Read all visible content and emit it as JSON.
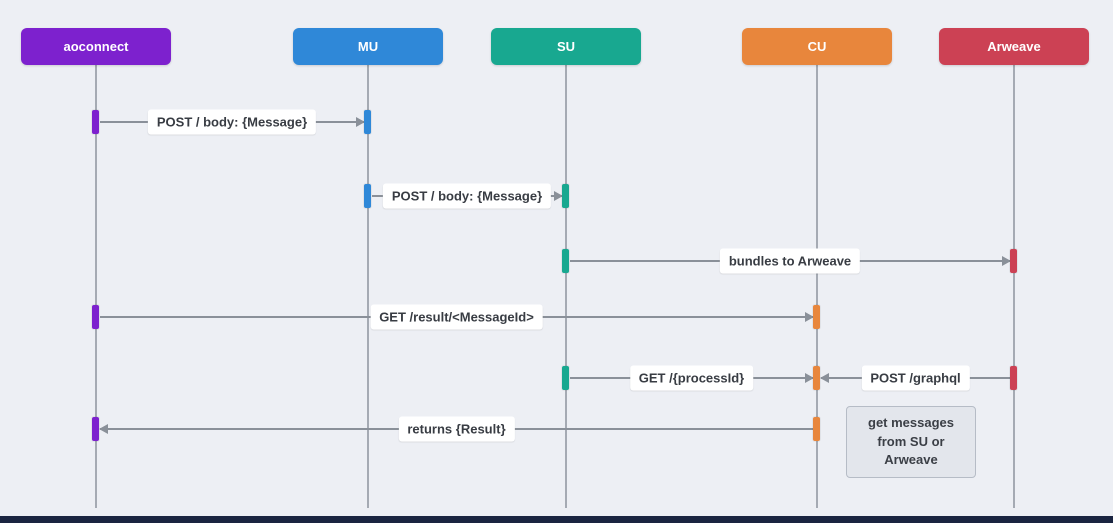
{
  "diagram": {
    "type": "sequence",
    "actors": [
      {
        "name": "aoconnect",
        "color": "#7d21ce"
      },
      {
        "name": "MU",
        "color": "#2f88d8"
      },
      {
        "name": "SU",
        "color": "#18a890"
      },
      {
        "name": "CU",
        "color": "#e8863c"
      },
      {
        "name": "Arweave",
        "color": "#cc4154"
      }
    ],
    "messages": [
      {
        "from": "aoconnect",
        "to": "MU",
        "label": "POST / body: {Message}"
      },
      {
        "from": "MU",
        "to": "SU",
        "label": "POST / body: {Message}"
      },
      {
        "from": "SU",
        "to": "Arweave",
        "label": "bundles to Arweave"
      },
      {
        "from": "aoconnect",
        "to": "CU",
        "label": "GET /result/<MessageId>"
      },
      {
        "from": "SU",
        "to": "CU",
        "label": "GET /{processId}"
      },
      {
        "from": "Arweave",
        "to": "CU",
        "label": "POST /graphql"
      },
      {
        "from": "CU",
        "to": "aoconnect",
        "label": "returns {Result}"
      }
    ],
    "note": {
      "near": "CU",
      "text": "get messages from SU or Arweave"
    }
  }
}
